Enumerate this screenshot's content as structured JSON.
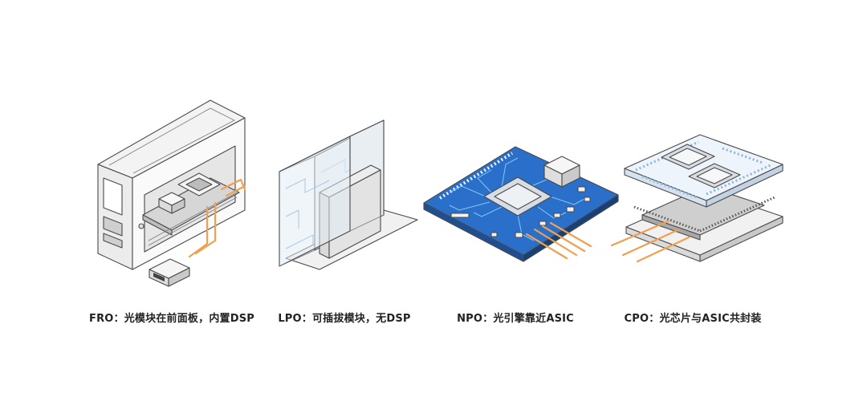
{
  "captions": {
    "fro": "FRO：光模块在前面板，内置DSP",
    "lpo": "LPO：可插拔模块，无DSP",
    "npo": "NPO：光引擎靠近ASIC",
    "cpo": "CPO：光芯片与ASIC共封装"
  },
  "colors": {
    "fiber": "#f0a050",
    "pcb": "#2a6fc9",
    "outline": "#4a4a4a"
  }
}
